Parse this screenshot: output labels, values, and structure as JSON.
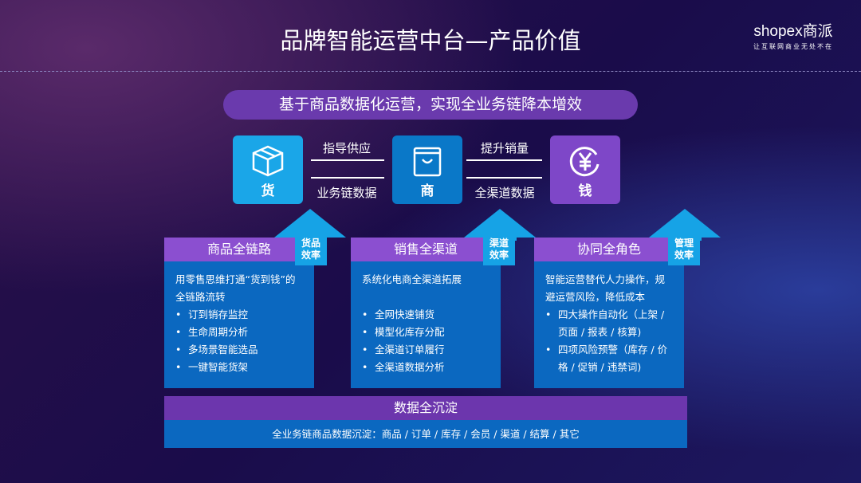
{
  "title": "品牌智能运营中台—产品价值",
  "logo": {
    "brand": "shopex商派",
    "tagline": "让互联网商业无处不在"
  },
  "subtitle": "基于商品数据化运营，实现全业务链降本增效",
  "nodes": [
    {
      "label": "货",
      "icon": "box-icon",
      "color": "#1aa6e8"
    },
    {
      "label": "商",
      "icon": "shopping-bag-icon",
      "color": "#0a78c8"
    },
    {
      "label": "钱",
      "icon": "yen-coin-icon",
      "color": "#7e47c8"
    }
  ],
  "flows": {
    "left_top": "指导供应",
    "left_bottom": "业务链数据",
    "right_top": "提升销量",
    "right_bottom": "全渠道数据"
  },
  "columns": [
    {
      "title": "商品全链路",
      "tag": [
        "货品",
        "效率"
      ],
      "desc": "用零售思维打通“货到钱”的全链路流转",
      "items": [
        "订到销存监控",
        "生命周期分析",
        "多场景智能选品",
        "一键智能货架"
      ]
    },
    {
      "title": "销售全渠道",
      "tag": [
        "渠道",
        "效率"
      ],
      "desc": "系统化电商全渠道拓展",
      "items": [
        "全网快速铺货",
        "模型化库存分配",
        "全渠道订单履行",
        "全渠道数据分析"
      ]
    },
    {
      "title": "协同全角色",
      "tag": [
        "管理",
        "效率"
      ],
      "desc": "智能运营替代人力操作，规避运营风险，降低成本",
      "items": [
        "四大操作自动化（上架 / 页面 / 报表 / 核算)",
        "四项风险预警（库存 / 价格 / 促销 / 违禁词)"
      ]
    }
  ],
  "footer": {
    "title": "数据全沉淀",
    "text": "全业务链商品数据沉淀：商品 / 订单 / 库存 / 会员 / 渠道 / 结算 / 其它"
  }
}
